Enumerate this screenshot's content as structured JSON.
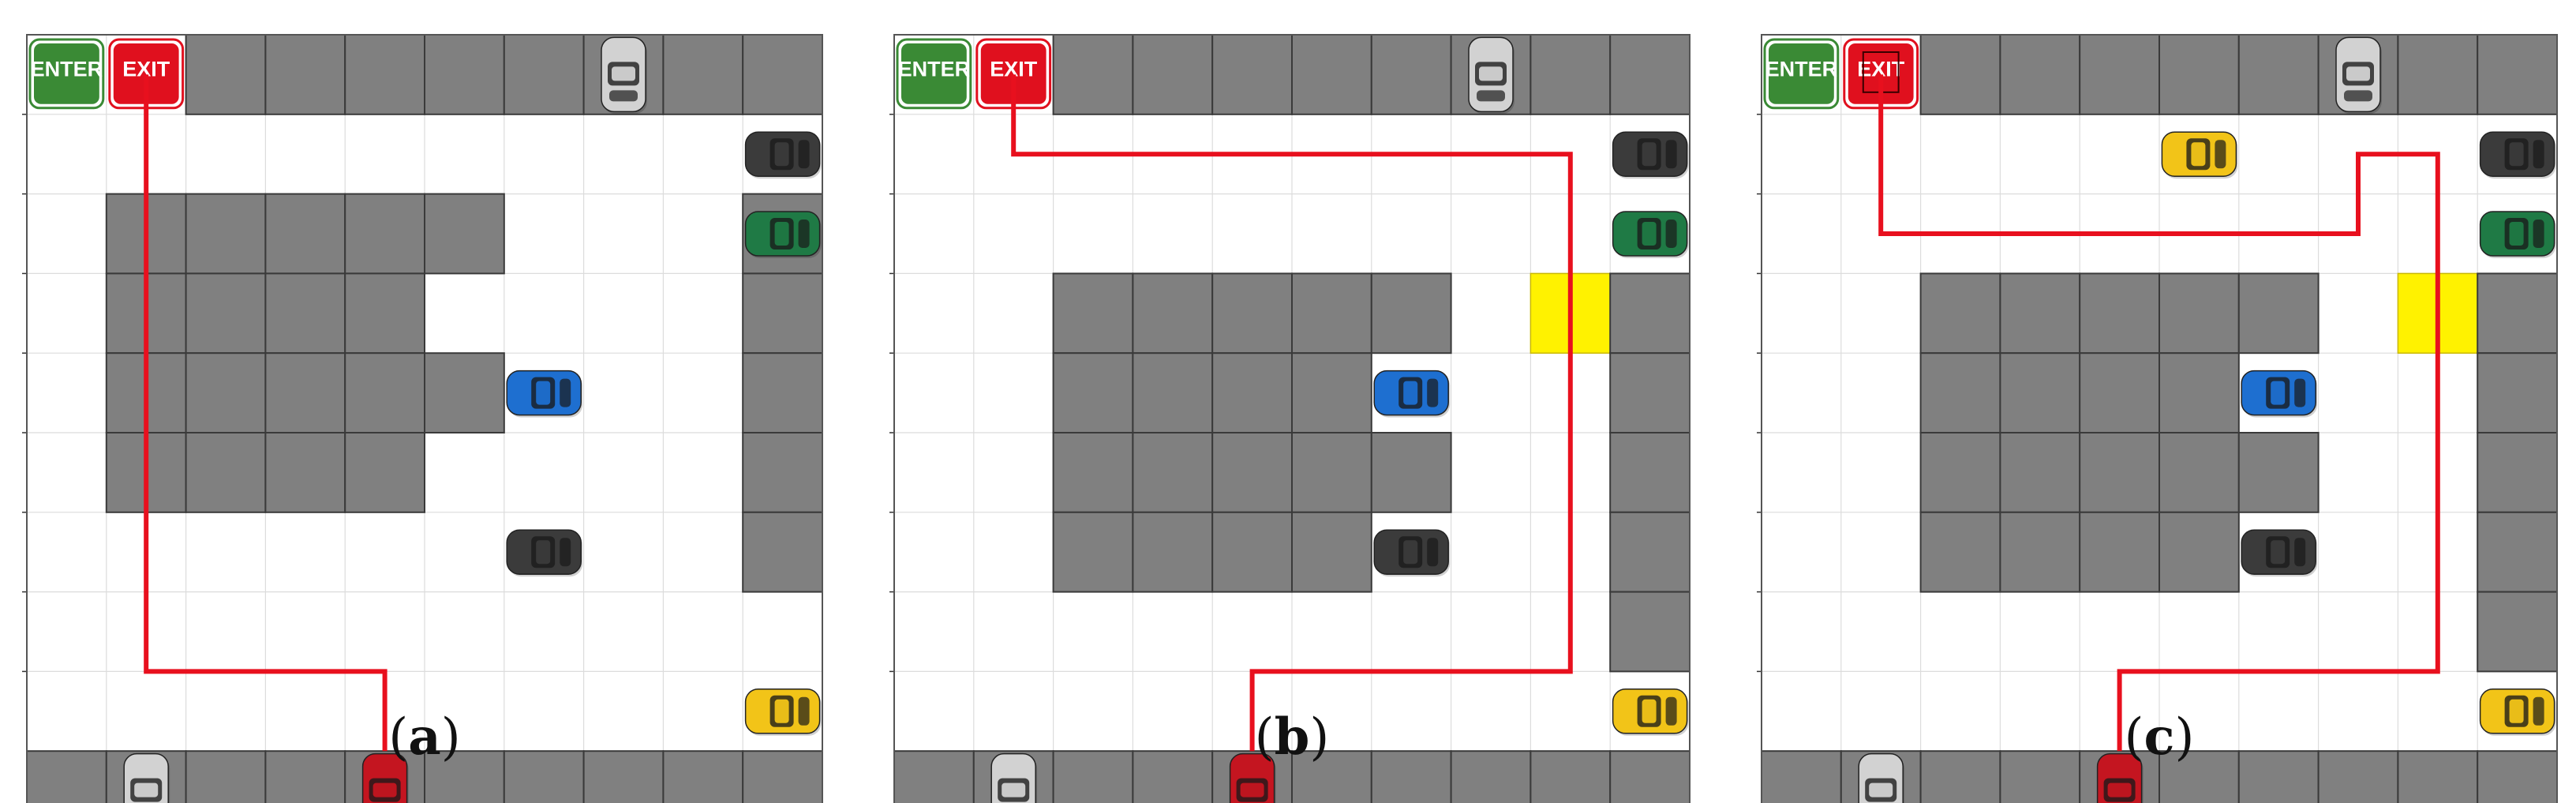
{
  "panels": [
    {
      "id": "a",
      "caption_letter": "a",
      "enter_label": "ENTER",
      "exit_label": "EXIT",
      "exit_marked": false,
      "walls": [
        [
          2,
          1
        ],
        [
          2,
          2
        ],
        [
          2,
          3
        ],
        [
          2,
          4
        ],
        [
          2,
          5
        ],
        [
          3,
          1
        ],
        [
          3,
          2
        ],
        [
          3,
          3
        ],
        [
          3,
          4
        ],
        [
          4,
          1
        ],
        [
          4,
          2
        ],
        [
          4,
          3
        ],
        [
          4,
          4
        ],
        [
          4,
          5
        ],
        [
          5,
          1
        ],
        [
          5,
          2
        ],
        [
          5,
          3
        ],
        [
          5,
          4
        ],
        [
          2,
          9
        ],
        [
          3,
          9
        ],
        [
          4,
          9
        ],
        [
          5,
          9
        ],
        [
          6,
          9
        ]
      ],
      "highlight_cells": [],
      "cars": [
        {
          "row": 0,
          "col": 7,
          "color": "silver",
          "dir": "v"
        },
        {
          "row": 1,
          "col": 9,
          "color": "black",
          "dir": "h"
        },
        {
          "row": 2,
          "col": 9,
          "color": "green",
          "dir": "h"
        },
        {
          "row": 4,
          "col": 6,
          "color": "blue",
          "dir": "h"
        },
        {
          "row": 6,
          "col": 6,
          "color": "black",
          "dir": "h"
        },
        {
          "row": 8,
          "col": 9,
          "color": "yellow",
          "dir": "h"
        },
        {
          "row": 9,
          "col": 1,
          "color": "silver",
          "dir": "v"
        },
        {
          "row": 9,
          "col": 4,
          "color": "red",
          "dir": "v"
        }
      ],
      "route": [
        [
          1.5,
          0.5
        ],
        [
          1.5,
          8.0
        ],
        [
          4.5,
          8.0
        ],
        [
          4.5,
          9.0
        ]
      ]
    },
    {
      "id": "b",
      "caption_letter": "b",
      "enter_label": "ENTER",
      "exit_label": "EXIT",
      "exit_marked": false,
      "walls": [
        [
          3,
          2
        ],
        [
          3,
          3
        ],
        [
          3,
          4
        ],
        [
          3,
          5
        ],
        [
          3,
          6
        ],
        [
          4,
          2
        ],
        [
          4,
          3
        ],
        [
          4,
          4
        ],
        [
          4,
          5
        ],
        [
          5,
          2
        ],
        [
          5,
          3
        ],
        [
          5,
          4
        ],
        [
          5,
          5
        ],
        [
          5,
          6
        ],
        [
          6,
          2
        ],
        [
          6,
          3
        ],
        [
          6,
          4
        ],
        [
          6,
          5
        ],
        [
          3,
          9
        ],
        [
          4,
          9
        ],
        [
          5,
          9
        ],
        [
          6,
          9
        ],
        [
          7,
          9
        ]
      ],
      "highlight_cells": [
        [
          3,
          8
        ]
      ],
      "cars": [
        {
          "row": 0,
          "col": 7,
          "color": "silver",
          "dir": "v"
        },
        {
          "row": 1,
          "col": 9,
          "color": "black",
          "dir": "h"
        },
        {
          "row": 2,
          "col": 9,
          "color": "green",
          "dir": "h"
        },
        {
          "row": 4,
          "col": 6,
          "color": "blue",
          "dir": "h"
        },
        {
          "row": 6,
          "col": 6,
          "color": "black",
          "dir": "h"
        },
        {
          "row": 8,
          "col": 9,
          "color": "yellow",
          "dir": "h"
        },
        {
          "row": 9,
          "col": 1,
          "color": "silver",
          "dir": "v"
        },
        {
          "row": 9,
          "col": 4,
          "color": "red",
          "dir": "v"
        }
      ],
      "route": [
        [
          1.5,
          0.5
        ],
        [
          1.5,
          1.5
        ],
        [
          8.5,
          1.5
        ],
        [
          8.5,
          8.0
        ],
        [
          4.5,
          8.0
        ],
        [
          4.5,
          9.0
        ]
      ]
    },
    {
      "id": "c",
      "caption_letter": "c",
      "enter_label": "ENTER",
      "exit_label": "EXIT",
      "exit_marked": true,
      "walls": [
        [
          3,
          2
        ],
        [
          3,
          3
        ],
        [
          3,
          4
        ],
        [
          3,
          5
        ],
        [
          3,
          6
        ],
        [
          4,
          2
        ],
        [
          4,
          3
        ],
        [
          4,
          4
        ],
        [
          4,
          5
        ],
        [
          5,
          2
        ],
        [
          5,
          3
        ],
        [
          5,
          4
        ],
        [
          5,
          5
        ],
        [
          5,
          6
        ],
        [
          6,
          2
        ],
        [
          6,
          3
        ],
        [
          6,
          4
        ],
        [
          6,
          5
        ],
        [
          3,
          9
        ],
        [
          4,
          9
        ],
        [
          5,
          9
        ],
        [
          6,
          9
        ],
        [
          7,
          9
        ]
      ],
      "highlight_cells": [
        [
          3,
          8
        ]
      ],
      "cars": [
        {
          "row": 0,
          "col": 7,
          "color": "silver",
          "dir": "v"
        },
        {
          "row": 1,
          "col": 5,
          "color": "yellow",
          "dir": "h"
        },
        {
          "row": 1,
          "col": 9,
          "color": "black",
          "dir": "h"
        },
        {
          "row": 2,
          "col": 9,
          "color": "green",
          "dir": "h"
        },
        {
          "row": 4,
          "col": 6,
          "color": "blue",
          "dir": "h"
        },
        {
          "row": 6,
          "col": 6,
          "color": "black",
          "dir": "h"
        },
        {
          "row": 8,
          "col": 9,
          "color": "yellow",
          "dir": "h"
        },
        {
          "row": 9,
          "col": 1,
          "color": "silver",
          "dir": "v"
        },
        {
          "row": 9,
          "col": 4,
          "color": "red",
          "dir": "v"
        }
      ],
      "route": [
        [
          1.5,
          0.5
        ],
        [
          1.5,
          2.5
        ],
        [
          7.5,
          2.5
        ],
        [
          7.5,
          1.5
        ],
        [
          8.5,
          1.5
        ],
        [
          8.5,
          8.0
        ],
        [
          4.5,
          8.0
        ],
        [
          4.5,
          9.0
        ]
      ]
    }
  ],
  "colors": {
    "wall": "#808080",
    "wall_border": "#3a3a3a",
    "gridline": "#dcdcdc",
    "route": "#e8101e",
    "highlight": "#fff200",
    "enter_sign": "#3a8a35",
    "exit_sign": "#e0101e",
    "car_silver": "#d2d2d2",
    "car_black": "#3b3b3b",
    "car_green": "#1f7a45",
    "car_blue": "#1e6fd0",
    "car_yellow": "#f2c418",
    "car_red": "#c41520"
  }
}
